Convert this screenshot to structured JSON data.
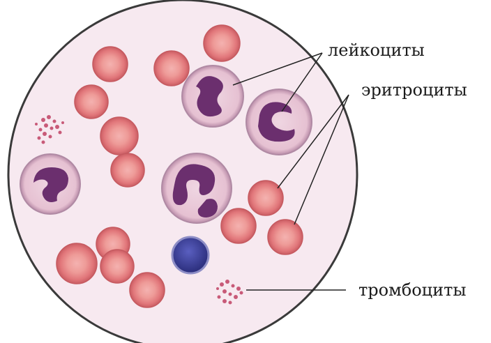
{
  "labels": {
    "leukocytes": "лейкоциты",
    "erythrocytes": "эритроциты",
    "platelets": "тромбоциты"
  },
  "colors": {
    "field": "#f6e6ee",
    "field_border": "#3a3a3a",
    "erythrocyte": "#e1767a",
    "erythrocyte_center": "#f2a6a6",
    "erythrocyte_edge": "#c65a60",
    "leukocyte_cytoplasm": "#e8c6d6",
    "leukocyte_nucleus": "#6b2f6e",
    "lymphocyte": "#3b3f9a",
    "platelet": "#c85a78",
    "leader_line": "#222222"
  }
}
